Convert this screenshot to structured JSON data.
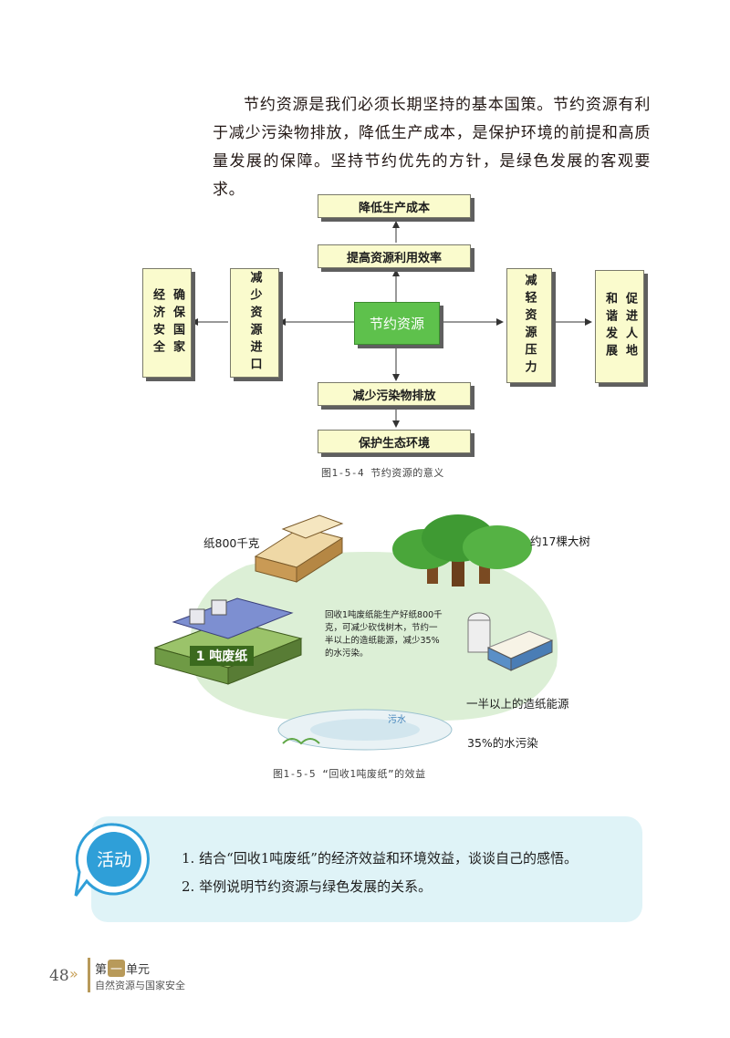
{
  "intro_text": "节约资源是我们必须长期坚持的基本国策。节约资源有利于减少污染物排放，降低生产成本，是保护环境的前提和高质量发展的保障。坚持节约优先的方针，是绿色发展的客观要求。",
  "diagram": {
    "center": "节约资源",
    "top1": "降低生产成本",
    "top2": "提高资源利用效率",
    "bottom1": "减少污染物排放",
    "bottom2": "保护生态环境",
    "left_inner": "减少资源进口",
    "left_outer_col1": "确保国家",
    "left_outer_col2": "经济安全",
    "right_inner": "减轻资源压力",
    "right_outer_col1": "促进人地",
    "right_outer_col2": "和谐发展",
    "caption": "图1-5-4  节约资源的意义"
  },
  "illustration": {
    "label_paper": "纸800千克",
    "label_trees": "约17棵大树",
    "center_text": "回收1吨废纸能生产好纸800千克，可减少砍伐树木，节约一半以上的造纸能源，减少35%的水污染。",
    "waste_paper_label": "1 吨废纸",
    "label_energy": "一半以上的造纸能源",
    "label_water": "35%的水污染",
    "pond_text": "污水",
    "caption": "图1-5-5  “回收1吨废纸”的效益"
  },
  "activity": {
    "badge": "活动",
    "items": [
      "1. 结合“回收1吨废纸”的经济效益和环境效益，谈谈自己的感悟。",
      "2. 举例说明节约资源与绿色发展的关系。"
    ]
  },
  "footer": {
    "page_number": "48",
    "unit_prefix": "第",
    "unit_number": "一",
    "unit_suffix": "单元",
    "unit_title": "自然资源与国家安全"
  },
  "colors": {
    "box_fill": "#fafbcd",
    "center_fill": "#5ec14c",
    "activity_bg": "#dff3f7",
    "badge_blue": "#2f9fd8"
  }
}
